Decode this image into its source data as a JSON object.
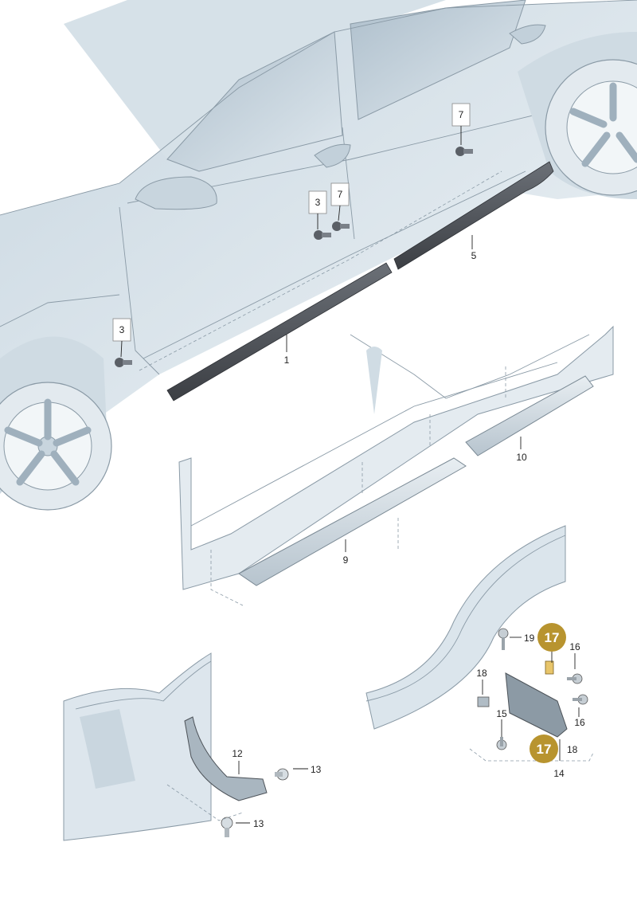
{
  "callouts": {
    "c1": "1",
    "c3a": "3",
    "c3b": "3",
    "c5": "5",
    "c7a": "7",
    "c7b": "7",
    "c9": "9",
    "c10": "10",
    "c12": "12",
    "c13a": "13",
    "c13b": "13",
    "c14": "14",
    "c15": "15",
    "c16a": "16",
    "c16b": "16",
    "c17a": "17",
    "c17b": "17",
    "c18a": "18",
    "c18b": "18",
    "c19": "19"
  },
  "colors": {
    "badge": "#b8942f",
    "body_tint": "#dbe5ec",
    "body_shadow": "#b9c9d5",
    "trim": "#4a4d52",
    "sill": "#d5dde3"
  }
}
